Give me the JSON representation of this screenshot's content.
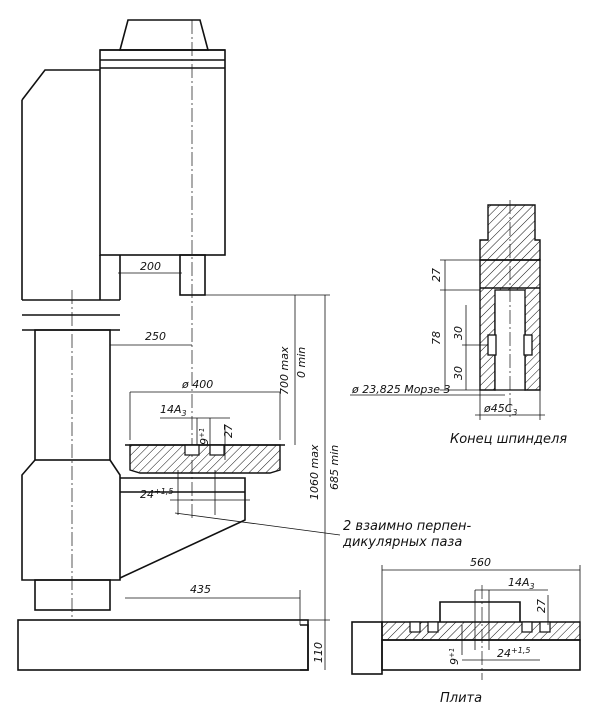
{
  "dimensions": {
    "d200": "200",
    "d250": "250",
    "d700": "700 max",
    "d0min": "0 min",
    "d1060": "1060 max",
    "d685": "685 min",
    "d400": "ø 400",
    "d14a": "14A",
    "d14a_sub": "3",
    "d9": "9",
    "d9_sup": "+1",
    "d27": "27",
    "d24": "24",
    "d24_sup": "+1,5",
    "d435": "435",
    "d110": "110",
    "s27": "27",
    "s78": "78",
    "s30a": "30",
    "s30b": "30",
    "morse": "ø 23,825 Морзе 3",
    "d45": "ø45C",
    "d45_sub": "3",
    "p560": "560",
    "p14a": "14A",
    "p14a_sub": "3",
    "p27": "27",
    "p9": "9",
    "p9_sup": "+1",
    "p24": "24",
    "p24_sup": "+1,5"
  },
  "labels": {
    "slots_line1": "2 взаимно перпен-",
    "slots_line2": "дикулярных паза",
    "spindle_caption": "Конец шпинделя",
    "plate_caption": "Плита"
  }
}
